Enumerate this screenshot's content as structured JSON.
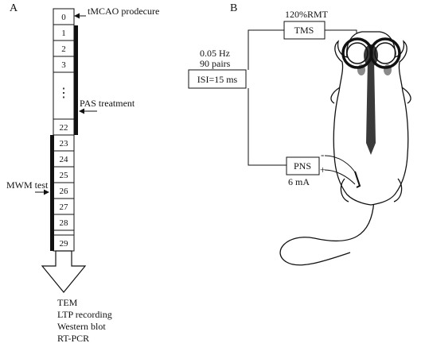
{
  "panel_a": {
    "label": "A",
    "timeline_days": [
      "0",
      "1",
      "2",
      "3",
      "22",
      "23",
      "24",
      "25",
      "26",
      "27",
      "28",
      "29"
    ],
    "ellipsis": "⋮",
    "event_tmcao": "tMCAO prodecure",
    "event_pas": "PAS  treatment",
    "event_mwm": "MWM test",
    "outcomes": [
      "TEM",
      "LTP recording",
      "Western blot",
      "RT-PCR"
    ]
  },
  "panel_b": {
    "label": "B",
    "tms_intensity": "120%RMT",
    "tms_box": "TMS",
    "frequency": "0.05 Hz",
    "pairs": "90 pairs",
    "isi": "ISI=15 ms",
    "pns_box": "PNS",
    "pns_current": "6 mA",
    "pole_negative": "-",
    "pole_positive": "+"
  },
  "colors": {
    "line": "#111111",
    "rat_body": "#3a3a3a",
    "rat_gray": "#8a8a8a"
  }
}
